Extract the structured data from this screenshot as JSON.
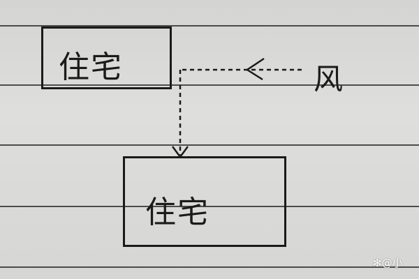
{
  "diagram": {
    "top_box_label": "住宅",
    "bottom_box_label": "住宅",
    "wind_label": "风",
    "watermark": "小",
    "colors": {
      "paper": "#dcdcda",
      "ink": "#1a1a1a",
      "rule_line": "#333333"
    }
  }
}
